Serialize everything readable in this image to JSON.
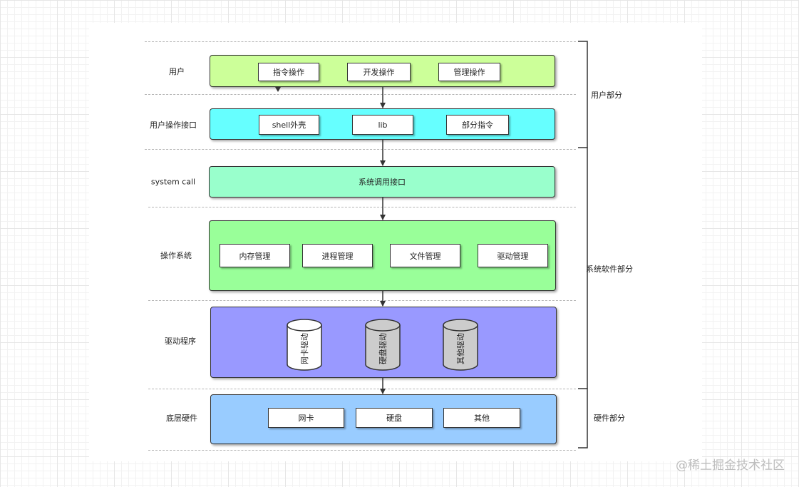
{
  "rows": [
    {
      "label": "用户",
      "color": "#ccff99",
      "boxes": [
        "指令操作",
        "开发操作",
        "管理操作"
      ]
    },
    {
      "label": "用户操作接口",
      "color": "#66ffff",
      "boxes": [
        "shell外壳",
        "lib",
        "部分指令"
      ]
    },
    {
      "label": "system call",
      "color": "#99ffcc",
      "text": "系统调用接口"
    },
    {
      "label": "操作系统",
      "color": "#99ff99",
      "boxes": [
        "内存管理",
        "进程管理",
        "文件管理",
        "驱动管理"
      ]
    },
    {
      "label": "驱动程序",
      "color": "#9999ff",
      "cylinders": [
        {
          "text": "网卡驱动",
          "fill": "#ffffff"
        },
        {
          "text": "硬盘驱动",
          "fill": "#cccccc"
        },
        {
          "text": "其他驱动",
          "fill": "#cccccc"
        }
      ]
    },
    {
      "label": "底层硬件",
      "color": "#99ccff",
      "boxes": [
        "网卡",
        "硬盘",
        "其他"
      ]
    }
  ],
  "side_labels": [
    "用户部分",
    "系统软件部分",
    "硬件部分"
  ],
  "watermark": "@稀土掘金技术社区"
}
